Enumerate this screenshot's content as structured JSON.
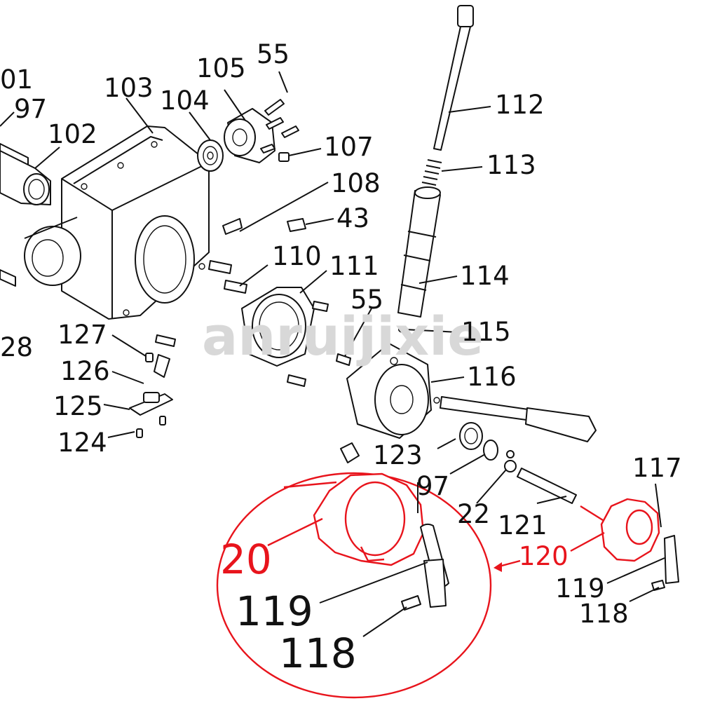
{
  "labels": {
    "l101": "01",
    "l97a": "97",
    "l102": "102",
    "l103": "103",
    "l104": "104",
    "l105": "105",
    "l55a": "55",
    "l112": "112",
    "l107": "107",
    "l113": "113",
    "l108": "108",
    "l43": "43",
    "l110": "110",
    "l111": "111",
    "l114": "114",
    "l55b": "55",
    "l115": "115",
    "l128": "28",
    "l127": "127",
    "l116": "116",
    "l126": "126",
    "l125": "125",
    "l124": "124",
    "l123": "123",
    "l97b": "97",
    "l117": "117",
    "l122": "22",
    "l121": "121",
    "l120": "120",
    "l119": "119",
    "l118": "118",
    "l120z": "20",
    "l119z": "119",
    "l118z": "118"
  },
  "watermark": "anruijixie",
  "colors": {
    "ink": "#111111",
    "highlight": "#e8141c",
    "watermark": "#d8d8d8"
  }
}
